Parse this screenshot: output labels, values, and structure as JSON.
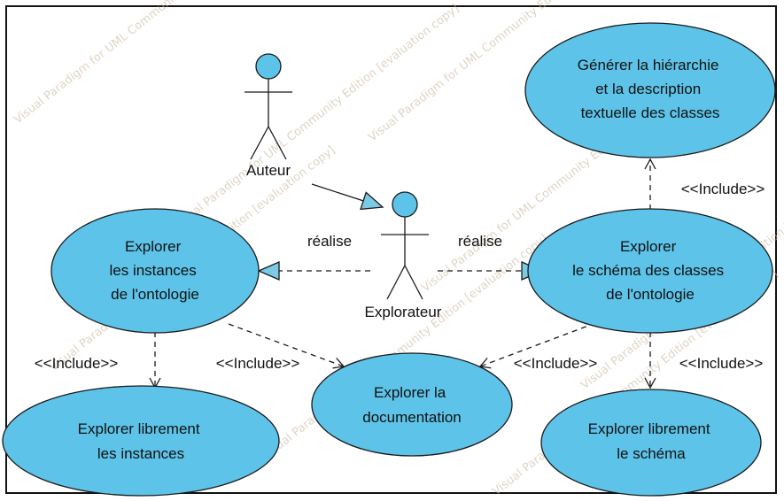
{
  "colors": {
    "usecase_fill": "#5ec3e8",
    "stroke": "#1a1a1a",
    "watermark": "#c9b8a0"
  },
  "watermark": {
    "lines": [
      "Visual Paradigm for UML Community Edition [evaluation copy]"
    ]
  },
  "actors": [
    {
      "id": "auteur",
      "label": "Auteur"
    },
    {
      "id": "explorateur",
      "label": "Explorateur"
    }
  ],
  "use_cases": [
    {
      "id": "generer",
      "lines": [
        "Générer la hiérarchie",
        "et la description",
        "textuelle des classes"
      ]
    },
    {
      "id": "explorer_instances",
      "lines": [
        "Explorer",
        "les instances",
        "de l'ontologie"
      ]
    },
    {
      "id": "explorer_schema",
      "lines": [
        "Explorer",
        "le schéma des classes",
        "de l'ontologie"
      ]
    },
    {
      "id": "explorer_doc",
      "lines": [
        "Explorer la",
        "documentation"
      ]
    },
    {
      "id": "explorer_lib_instances",
      "lines": [
        "Explorer librement",
        "les instances"
      ]
    },
    {
      "id": "explorer_lib_schema",
      "lines": [
        "Explorer librement",
        "le schéma"
      ]
    }
  ],
  "relations": {
    "realise_left": "réalise",
    "realise_right": "réalise",
    "include_generer": "<<Include>>",
    "include_lib_instances": "<<Include>>",
    "include_doc_from_instances": "<<Include>>",
    "include_doc_from_schema": "<<Include>>",
    "include_lib_schema": "<<Include>>"
  }
}
